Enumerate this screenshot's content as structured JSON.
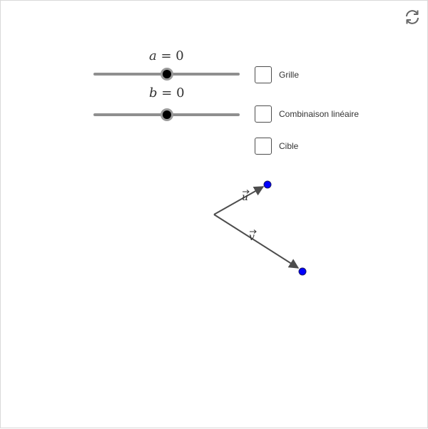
{
  "toolbar": {
    "reset_icon": "refresh-icon"
  },
  "sliders": [
    {
      "variable": "a",
      "equals": "=",
      "value": "0",
      "level": 0.5
    },
    {
      "variable": "b",
      "equals": "=",
      "value": "0",
      "level": 0.5
    }
  ],
  "checkboxes": [
    {
      "label": "Grille",
      "checked": false
    },
    {
      "label": "Combinaison linéaire",
      "checked": false
    },
    {
      "label": "Cible",
      "checked": false
    }
  ],
  "vectors": {
    "u": {
      "label": "u"
    },
    "v": {
      "label": "v"
    }
  },
  "colors": {
    "vector_stroke": "#4d4d4d",
    "endpoint_fill": "#0000ff",
    "slider_track": "#8f8f8f",
    "slider_thumb": "#000000"
  }
}
